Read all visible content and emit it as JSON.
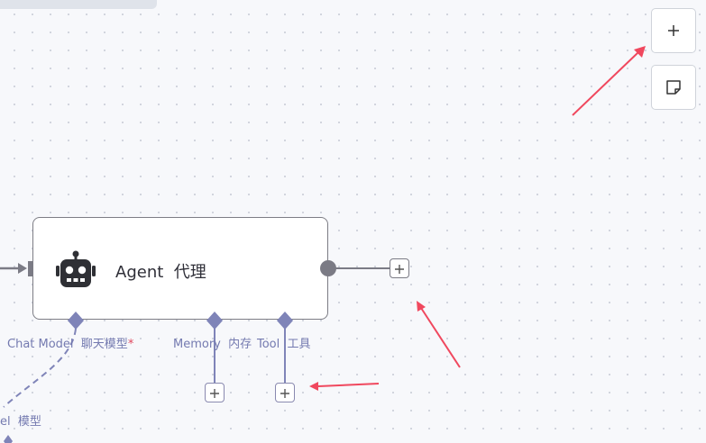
{
  "canvas": {
    "background": "#f7f8fb",
    "dot_color": "#cfd2dc"
  },
  "controls": {
    "zoom_in_icon": "plus-icon",
    "notes_icon": "sticky-note-icon"
  },
  "node": {
    "title": "Agent  代理",
    "icon": "robot-icon",
    "border_color": "#7d7d85"
  },
  "ports": {
    "chat_model": {
      "label": "Chat Model  聊天模型",
      "required_mark": "*"
    },
    "memory": {
      "label": "Memory  内存"
    },
    "tool": {
      "label": "Tool  工具"
    }
  },
  "connections": {
    "connected_model_label": "el  模型"
  },
  "colors": {
    "port_purple": "#7f84b8",
    "arrow_red": "#f0485e",
    "edge_gray": "#7b7b85"
  }
}
